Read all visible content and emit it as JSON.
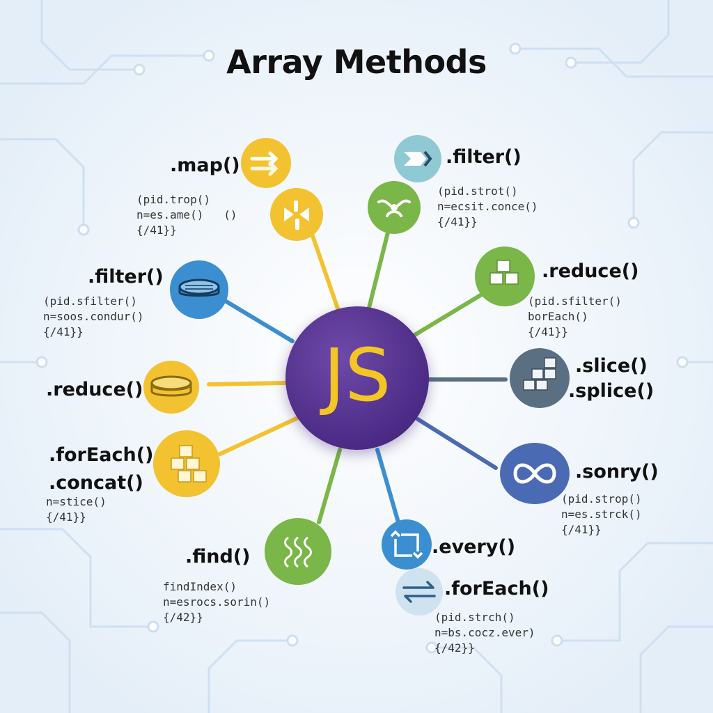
{
  "title": "Array Methods",
  "hub_label": "JS",
  "colors": {
    "yellow": "#f2c230",
    "green": "#7ab648",
    "blue": "#3b8fd0",
    "slate": "#5b6f82",
    "indigo": "#4a6ab3",
    "teal": "#8fc9d3",
    "purple": "#4b2b85",
    "js_text": "#f4c623"
  },
  "nodes": [
    {
      "id": "map",
      "label": ".map()",
      "code": [
        "(pid.trop()",
        "n=es.ame()   ()",
        "{/41}}"
      ],
      "color": "yellow",
      "icon": "arrows-right-icon"
    },
    {
      "id": "yellow-swap",
      "label": "",
      "code": [],
      "color": "yellow",
      "icon": "swap-arrows-icon"
    },
    {
      "id": "filter-top",
      "label": ".filter()",
      "code": [
        "(pid.strot()",
        "n=ecsit.conce()",
        "{/41}}"
      ],
      "color": "teal",
      "icon": "funnel-icon"
    },
    {
      "id": "green-top",
      "label": "",
      "code": [],
      "color": "green",
      "icon": "branch-icon"
    },
    {
      "id": "filter-left",
      "label": ".filter()",
      "code": [
        "(pid.sfilter()",
        "n=soos.condur()",
        "{/41}}"
      ],
      "color": "blue",
      "icon": "sieve-icon"
    },
    {
      "id": "reduce-right",
      "label": ".reduce()",
      "code": [
        "(pid.sfilter()",
        "borEach()",
        "{/41}}"
      ],
      "color": "green",
      "icon": "cubes-icon"
    },
    {
      "id": "reduce-left",
      "label": ".reduce()",
      "code": [],
      "color": "yellow",
      "icon": "dish-icon"
    },
    {
      "id": "slice",
      "label": ".slice()",
      "label2": ".splice()",
      "code": [],
      "color": "slate",
      "icon": "blocks-icon"
    },
    {
      "id": "foreach-left",
      "label": ".forEach()",
      "label2": ".concat()",
      "code": [
        "n=stice()",
        "{/41}}"
      ],
      "color": "yellow",
      "icon": "cubes-icon"
    },
    {
      "id": "sort",
      "label": ".sonry()",
      "code": [
        "(pid.strop()",
        "n=es.strck()",
        "{/41}}"
      ],
      "color": "indigo",
      "icon": "infinity-icon"
    },
    {
      "id": "find",
      "label": ".find()",
      "code": [
        "findIndex()",
        "n=esrocs.sorin()",
        "{/42}}"
      ],
      "color": "green",
      "icon": "spiral-icon"
    },
    {
      "id": "every",
      "label": ".every()",
      "code": [],
      "color": "blue",
      "icon": "box-arrows-icon"
    },
    {
      "id": "foreach-right",
      "label": ".forEach()",
      "code": [
        "(pid.strch()",
        "n=bs.cocz.ever)",
        "{/42}}"
      ],
      "color": "teal",
      "icon": "loop-arrows-icon"
    }
  ]
}
